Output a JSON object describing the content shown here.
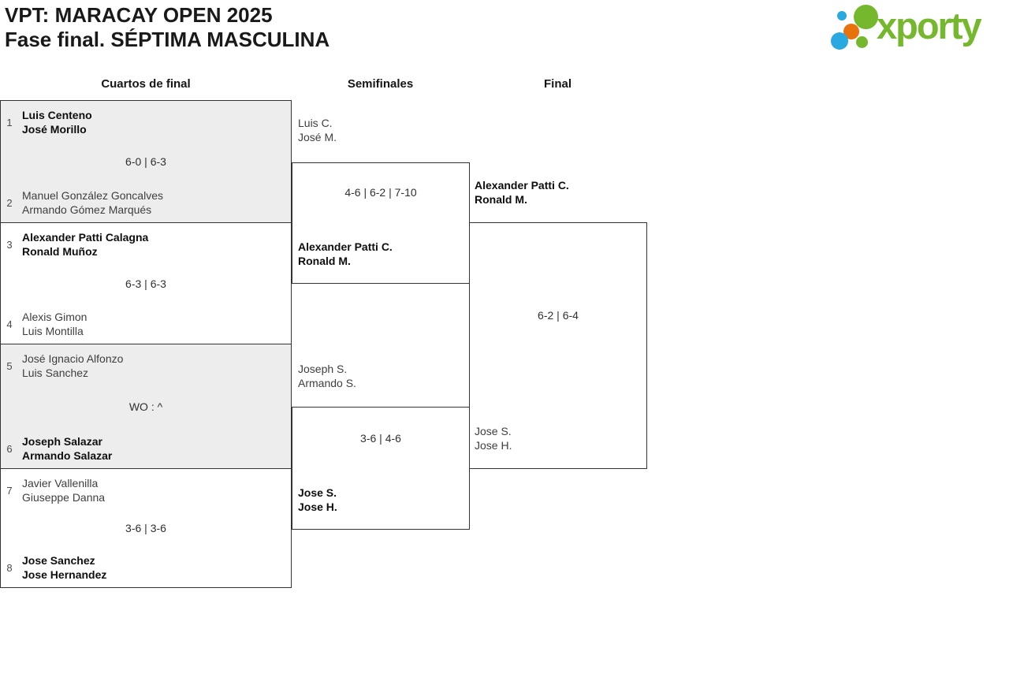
{
  "header": {
    "title_line1": "VPT: MARACAY OPEN 2025",
    "title_line2": "Fase final. SÉPTIMA MASCULINA"
  },
  "logo": {
    "text": "xporty",
    "colors": {
      "green": "#76b82d",
      "blue": "#29a9e0",
      "orange": "#e8720c"
    }
  },
  "columns": [
    {
      "label": "Cuartos de final"
    },
    {
      "label": "Semifinales"
    },
    {
      "label": "Final"
    }
  ],
  "bracket": {
    "quarterfinals": [
      {
        "top": {
          "seed": "1",
          "players": [
            "Luis Centeno",
            "José Morillo"
          ],
          "winner": true
        },
        "score": "6-0 | 6-3",
        "bottom": {
          "seed": "2",
          "players": [
            "Manuel González Goncalves",
            "Armando Gómez Marqués"
          ],
          "winner": false
        }
      },
      {
        "top": {
          "seed": "3",
          "players": [
            "Alexander Patti Calagna",
            "Ronald Muñoz"
          ],
          "winner": true
        },
        "score": "6-3 | 6-3",
        "bottom": {
          "seed": "4",
          "players": [
            "Alexis Gimon",
            "Luis Montilla"
          ],
          "winner": false
        }
      },
      {
        "top": {
          "seed": "5",
          "players": [
            "José Ignacio Alfonzo",
            "Luis Sanchez"
          ],
          "winner": false
        },
        "score": "WO : ^",
        "bottom": {
          "seed": "6",
          "players": [
            "Joseph Salazar",
            "Armando Salazar"
          ],
          "winner": true
        }
      },
      {
        "top": {
          "seed": "7",
          "players": [
            "Javier Vallenilla",
            "Giuseppe Danna"
          ],
          "winner": false
        },
        "score": "3-6 | 3-6",
        "bottom": {
          "seed": "8",
          "players": [
            "Jose Sanchez",
            "Jose Hernandez"
          ],
          "winner": true
        }
      }
    ],
    "semifinals": [
      {
        "top": {
          "players": [
            "Luis C.",
            "José M."
          ],
          "winner": false
        },
        "score": "4-6 | 6-2 | 7-10",
        "bottom": {
          "players": [
            "Alexander Patti C.",
            "Ronald M."
          ],
          "winner": true
        }
      },
      {
        "top": {
          "players": [
            "Joseph S.",
            "Armando S."
          ],
          "winner": false
        },
        "score": "3-6 | 4-6",
        "bottom": {
          "players": [
            "Jose S.",
            "Jose H."
          ],
          "winner": true
        }
      }
    ],
    "final": {
      "top": {
        "players": [
          "Alexander Patti C.",
          "Ronald M."
        ],
        "winner": true
      },
      "score": "6-2 | 6-4",
      "bottom": {
        "players": [
          "Jose S.",
          "Jose H."
        ],
        "winner": false
      }
    }
  }
}
